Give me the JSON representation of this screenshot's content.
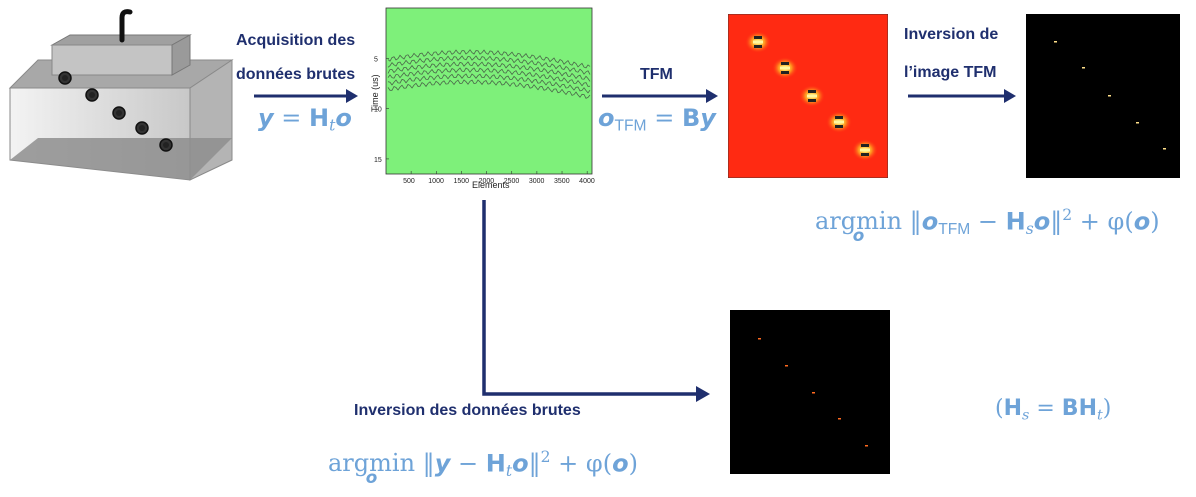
{
  "labels": {
    "acquisition_line1": "Acquisition des",
    "acquisition_line2": "données brutes",
    "tfm": "TFM",
    "inversion_tfm_line1": "Inversion de",
    "inversion_tfm_line2": "l’image TFM",
    "inversion_raw": "Inversion des données brutes"
  },
  "equations": {
    "forward_model": "y = Htο",
    "tfm_model": "oTFM = By",
    "tfm_inversion": "argmin ‖oTFM − Hso‖² + φ(o)",
    "raw_inversion": "argmin ‖y − Hto‖² + φ(o)",
    "hs_relation": "(Hs = BHt)",
    "eq_parts": {
      "y": "y",
      "eq": "=",
      "H": "H",
      "t": "t",
      "s": "s",
      "o": "o",
      "TFM": "TFM",
      "B": "B",
      "argmin": "argmin",
      "minus": "−",
      "plus": "+",
      "phi": "φ",
      "sq": "2"
    }
  },
  "bscan_plot": {
    "ylabel": "Time (us)",
    "xlabel": "Elements",
    "x_ticks": [
      "500",
      "1000",
      "1500",
      "2000",
      "2500",
      "3000",
      "3500",
      "4000"
    ],
    "y_ticks": [
      "5",
      "10",
      "15"
    ]
  },
  "colors": {
    "label_navy": "#1f2f6e",
    "equation_blue": "#6ea3d8",
    "bscan_green": "#7ef07a",
    "tfm_red": "#ff2a12",
    "recon_black": "#000000"
  }
}
